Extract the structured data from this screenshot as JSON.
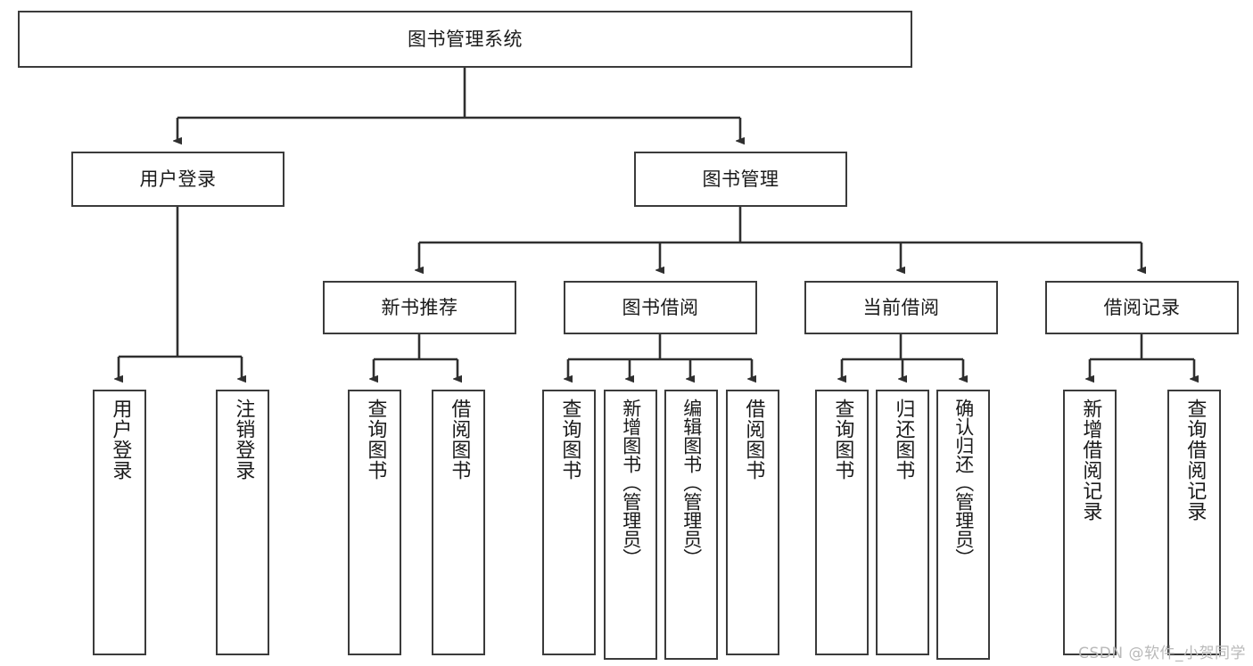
{
  "diagram": {
    "type": "tree-hierarchy-chart",
    "title": "图书管理系统",
    "watermark": "CSDN @软件_小贺同学",
    "colors": {
      "box_border": "#3b3b3b",
      "box_fill": "#ffffff",
      "connector": "#2f2f2f",
      "text": "#1a1a1a",
      "watermark": "#b9b9b9"
    },
    "nodes": {
      "root": {
        "label": "图书管理系统"
      },
      "level2": [
        {
          "id": "user-login",
          "label": "用户登录"
        },
        {
          "id": "book-management",
          "label": "图书管理"
        }
      ],
      "level3": [
        {
          "id": "new-book-recommend",
          "label": "新书推荐"
        },
        {
          "id": "book-borrow",
          "label": "图书借阅"
        },
        {
          "id": "current-borrow",
          "label": "当前借阅"
        },
        {
          "id": "borrow-record",
          "label": "借阅记录"
        }
      ],
      "leaves": [
        {
          "id": "leaf-user-login",
          "label": "用户登录",
          "parent": "user-login"
        },
        {
          "id": "leaf-logout-login",
          "label": "注销登录",
          "parent": "user-login"
        },
        {
          "id": "leaf-query-book-1",
          "label": "查询图书",
          "parent": "new-book-recommend"
        },
        {
          "id": "leaf-borrow-book-1",
          "label": "借阅图书",
          "parent": "new-book-recommend"
        },
        {
          "id": "leaf-query-book-2",
          "label": "查询图书",
          "parent": "book-borrow"
        },
        {
          "id": "leaf-add-book",
          "label": "新增图书（管理员）",
          "parent": "book-borrow"
        },
        {
          "id": "leaf-edit-book",
          "label": "编辑图书（管理员）",
          "parent": "book-borrow"
        },
        {
          "id": "leaf-borrow-book-2",
          "label": "借阅图书",
          "parent": "book-borrow"
        },
        {
          "id": "leaf-query-book-3",
          "label": "查询图书",
          "parent": "current-borrow"
        },
        {
          "id": "leaf-return-book",
          "label": "归还图书",
          "parent": "current-borrow"
        },
        {
          "id": "leaf-confirm-return",
          "label": "确认归还（管理员）",
          "parent": "current-borrow"
        },
        {
          "id": "leaf-add-record",
          "label": "新增借阅记录",
          "parent": "borrow-record"
        },
        {
          "id": "leaf-query-record",
          "label": "查询借阅记录",
          "parent": "borrow-record"
        }
      ]
    }
  }
}
